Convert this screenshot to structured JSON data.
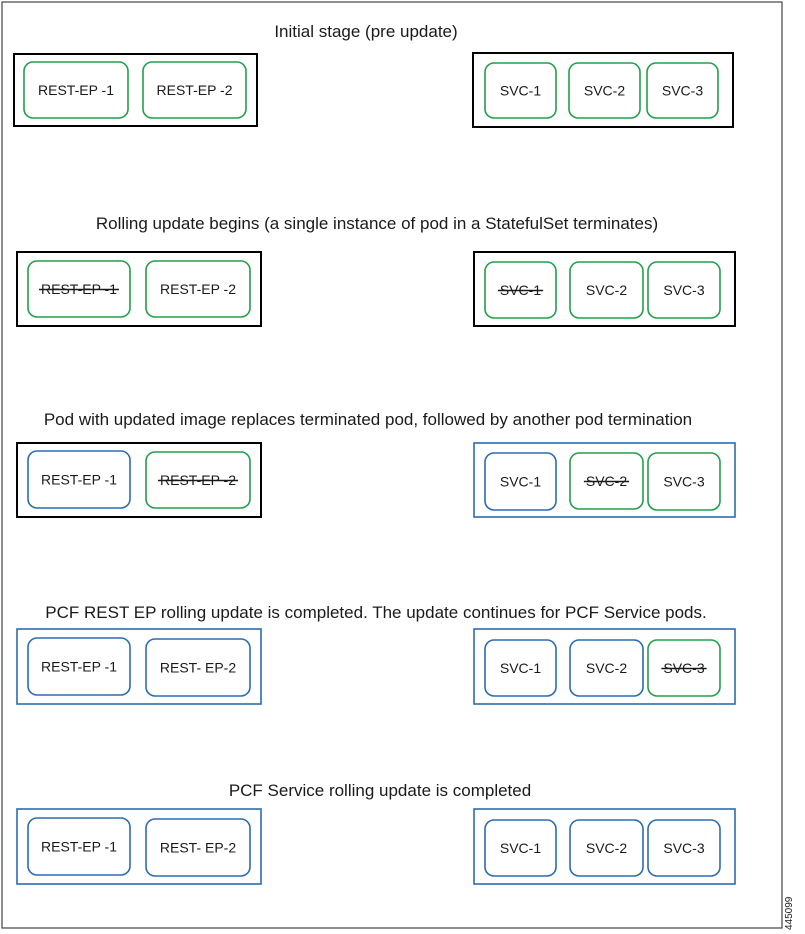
{
  "colors": {
    "old": "#21a04a",
    "new": "#2b6cb0",
    "group_dark": "#000000",
    "frame": "#444444"
  },
  "figure_id": "445099",
  "stages": [
    {
      "title": "Initial stage (pre update)",
      "groups": [
        {
          "border": "dark",
          "pods": [
            {
              "label": "REST-EP -1",
              "state": "old",
              "terminating": false
            },
            {
              "label": "REST-EP -2",
              "state": "old",
              "terminating": false
            }
          ]
        },
        {
          "border": "dark",
          "pods": [
            {
              "label": "SVC-1",
              "state": "old",
              "terminating": false
            },
            {
              "label": "SVC-2",
              "state": "old",
              "terminating": false
            },
            {
              "label": "SVC-3",
              "state": "old",
              "terminating": false
            }
          ]
        }
      ]
    },
    {
      "title": "Rolling update begins (a single instance of pod in a StatefulSet terminates)",
      "groups": [
        {
          "border": "dark",
          "pods": [
            {
              "label": "REST-EP -1",
              "state": "old",
              "terminating": true
            },
            {
              "label": "REST-EP -2",
              "state": "old",
              "terminating": false
            }
          ]
        },
        {
          "border": "dark",
          "pods": [
            {
              "label": "SVC-1",
              "state": "old",
              "terminating": true
            },
            {
              "label": "SVC-2",
              "state": "old",
              "terminating": false
            },
            {
              "label": "SVC-3",
              "state": "old",
              "terminating": false
            }
          ]
        }
      ]
    },
    {
      "title": "Pod with updated image replaces terminated pod, followed by another pod termination",
      "groups": [
        {
          "border": "dark",
          "pods": [
            {
              "label": "REST-EP -1",
              "state": "new",
              "terminating": false
            },
            {
              "label": "REST-EP -2",
              "state": "old",
              "terminating": true
            }
          ]
        },
        {
          "border": "blue",
          "pods": [
            {
              "label": "SVC-1",
              "state": "new",
              "terminating": false
            },
            {
              "label": "SVC-2",
              "state": "old",
              "terminating": true
            },
            {
              "label": "SVC-3",
              "state": "old",
              "terminating": false
            }
          ]
        }
      ]
    },
    {
      "title": "PCF REST EP rolling update is completed. The update continues for PCF Service pods.",
      "groups": [
        {
          "border": "blue",
          "pods": [
            {
              "label": "REST-EP -1",
              "state": "new",
              "terminating": false
            },
            {
              "label": "REST- EP-2",
              "state": "new",
              "terminating": false
            }
          ]
        },
        {
          "border": "blue",
          "pods": [
            {
              "label": "SVC-1",
              "state": "new",
              "terminating": false
            },
            {
              "label": "SVC-2",
              "state": "new",
              "terminating": false
            },
            {
              "label": "SVC-3",
              "state": "old",
              "terminating": true
            }
          ]
        }
      ]
    },
    {
      "title": "PCF Service rolling update is completed",
      "groups": [
        {
          "border": "blue",
          "pods": [
            {
              "label": "REST-EP -1",
              "state": "new",
              "terminating": false
            },
            {
              "label": "REST- EP-2",
              "state": "new",
              "terminating": false
            }
          ]
        },
        {
          "border": "blue",
          "pods": [
            {
              "label": "SVC-1",
              "state": "new",
              "terminating": false
            },
            {
              "label": "SVC-2",
              "state": "new",
              "terminating": false
            },
            {
              "label": "SVC-3",
              "state": "new",
              "terminating": false
            }
          ]
        }
      ]
    }
  ]
}
